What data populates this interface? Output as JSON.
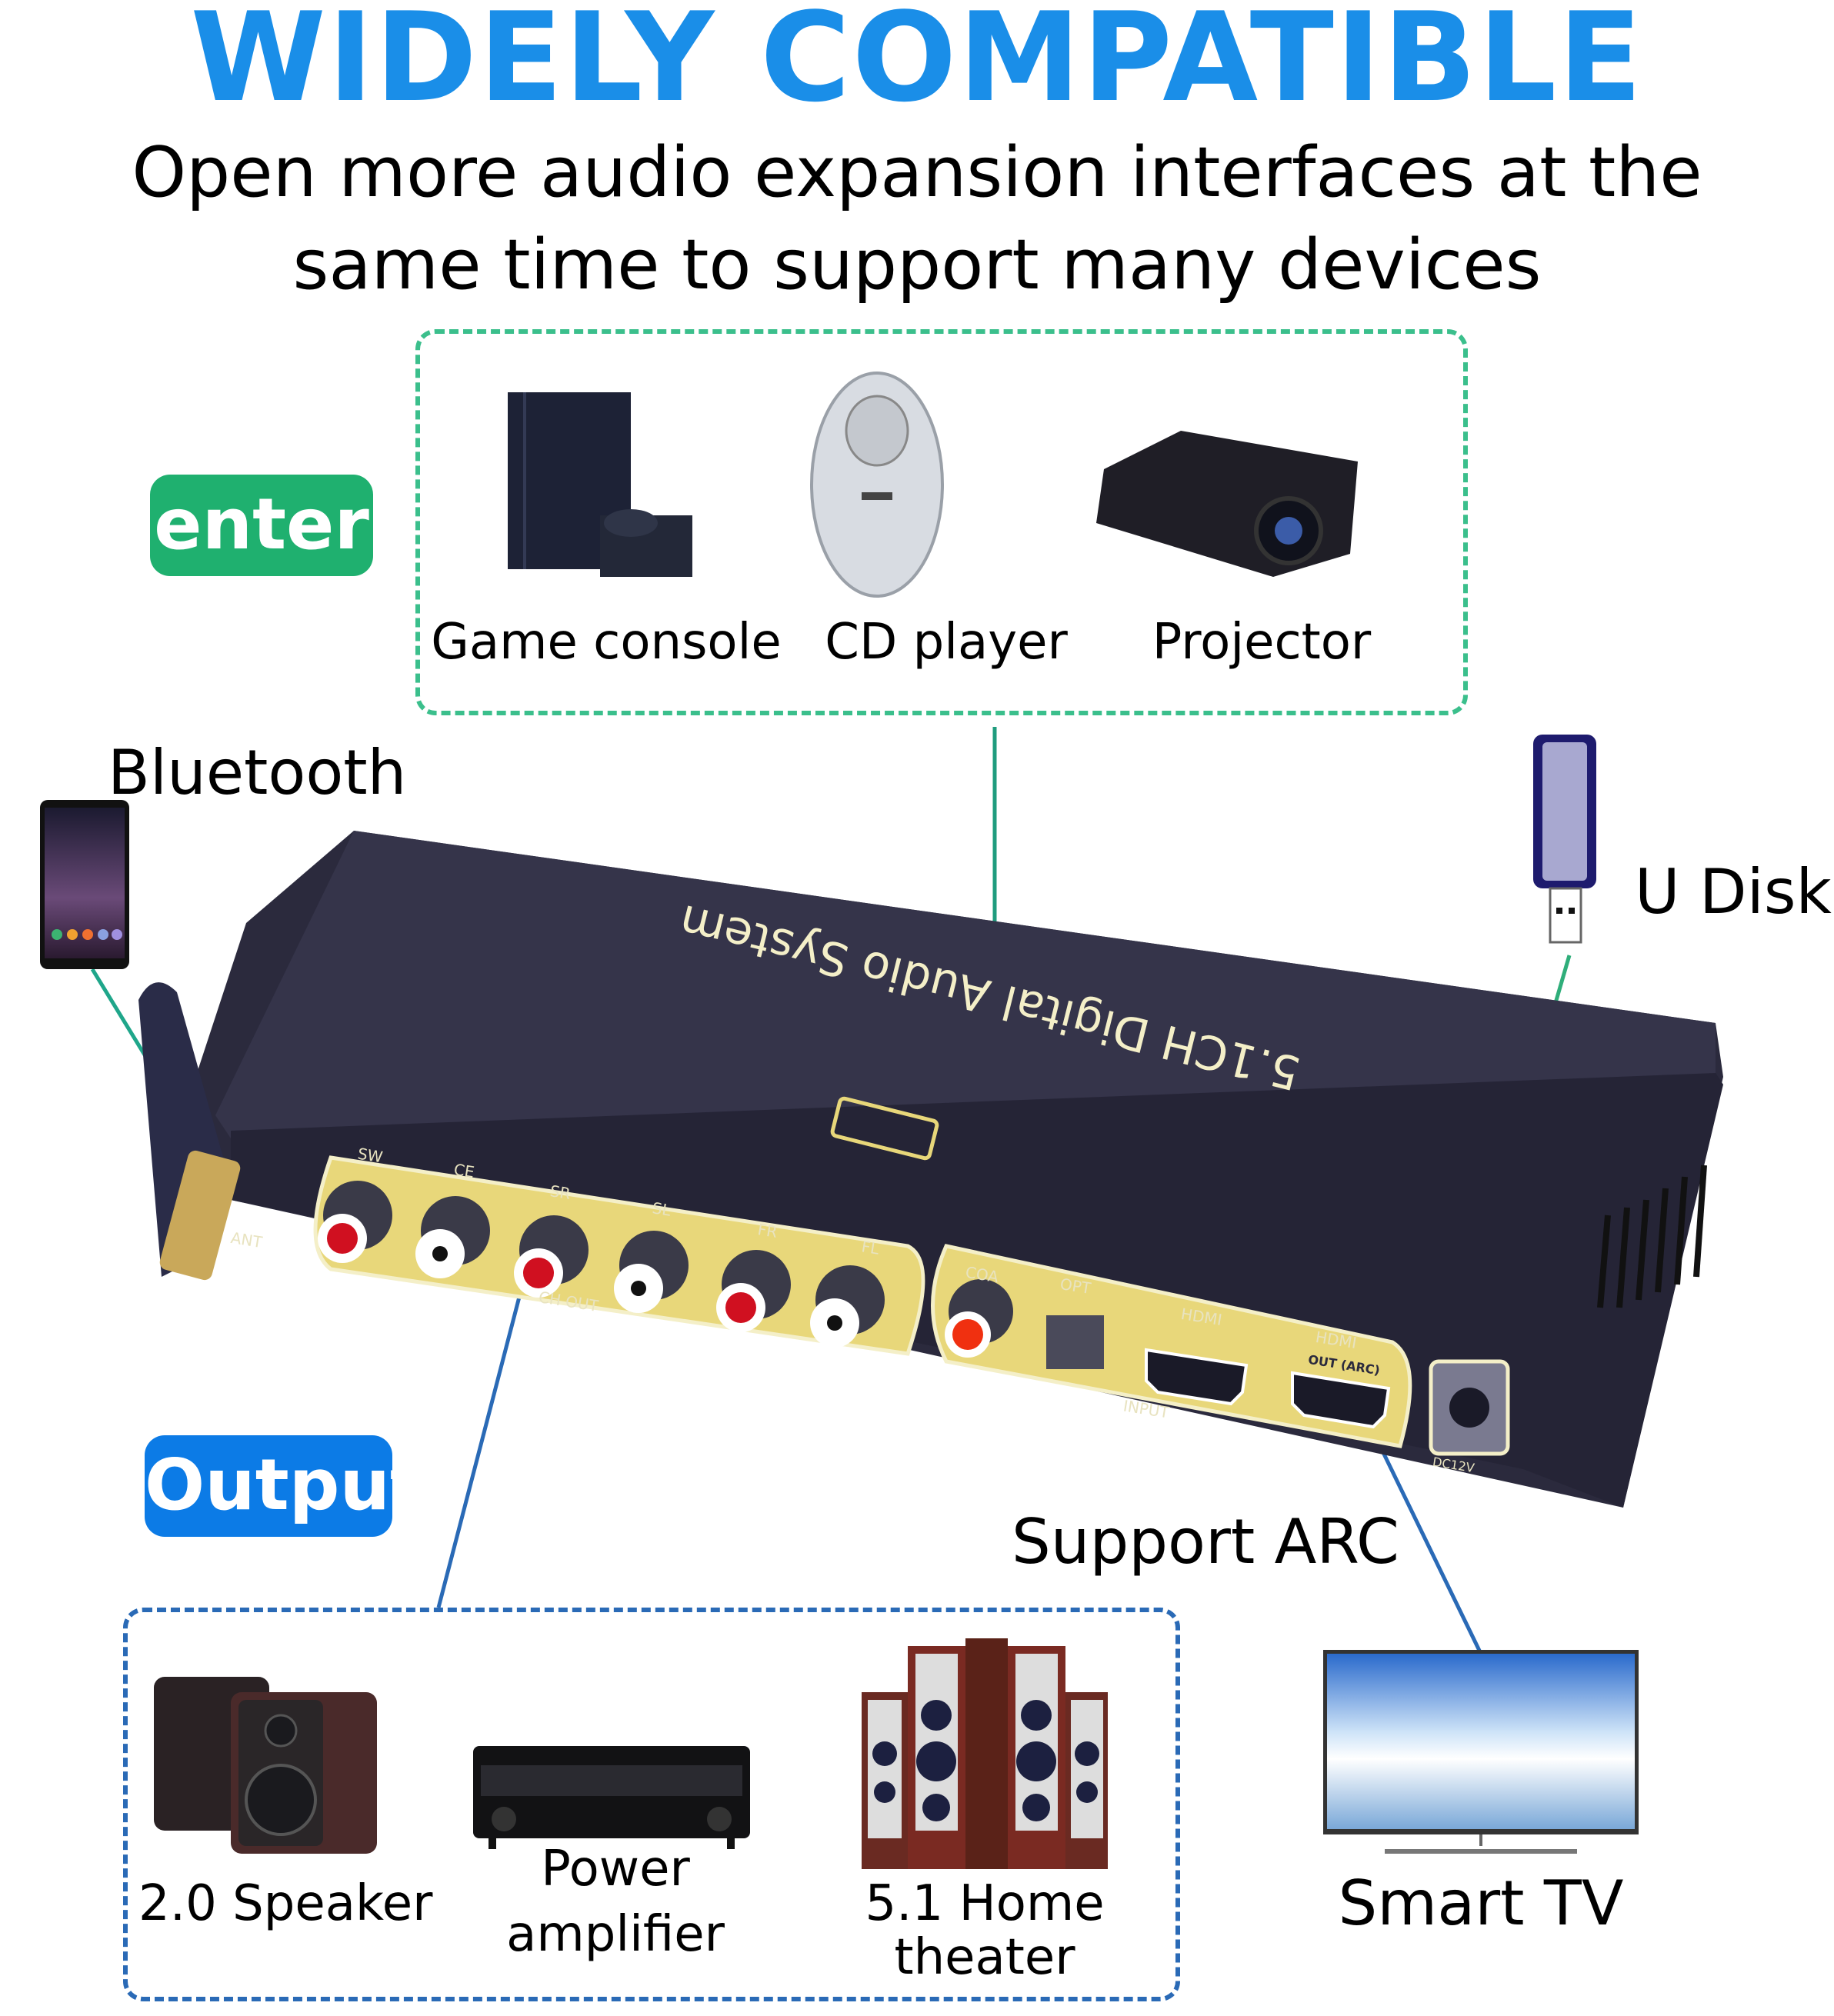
{
  "header": {
    "title": "WIDELY COMPATIBLE",
    "subtitle_line1": "Open more audio expansion interfaces at the",
    "subtitle_line2": "same time to support many devices"
  },
  "badges": {
    "input": "enter",
    "output": "Output"
  },
  "input_devices": [
    {
      "icon": "game-console-icon",
      "label": "Game console"
    },
    {
      "icon": "cd-player-icon",
      "label": "CD player"
    },
    {
      "icon": "projector-icon",
      "label": "Projector"
    }
  ],
  "output_devices": [
    {
      "icon": "speaker-icon",
      "label": "2.0 Speaker"
    },
    {
      "icon": "amplifier-icon",
      "label_line1": "Power",
      "label_line2": "amplifier"
    },
    {
      "icon": "home-theater-icon",
      "label_line1": "5.1 Home",
      "label_line2": "theater"
    }
  ],
  "side_devices": {
    "bluetooth": {
      "icon": "smartphone-icon",
      "label": "Bluetooth"
    },
    "udisk": {
      "icon": "usb-drive-icon",
      "label": "U Disk"
    },
    "tv": {
      "icon": "tv-icon",
      "label": "Smart TV"
    },
    "arc_note": "Support ARC"
  },
  "device": {
    "name": "5.1CH Digital Audio System",
    "output_ports": [
      "SW",
      "CE",
      "SR",
      "SL",
      "FR",
      "FL"
    ],
    "output_group_label": "CH OUT",
    "input_ports": [
      "COA",
      "OPT",
      "HDMI",
      "HDMI"
    ],
    "input_group_label": "INPUT",
    "arc_port_label": "OUT (ARC)",
    "power_label": "DC12V",
    "antenna_label": "ANT"
  },
  "colors": {
    "title_blue": "#1a8ee8",
    "input_green": "#1fb06f",
    "output_blue": "#0c7be6",
    "device_body": "#2e2c40",
    "panel_gold": "#e8d77a"
  }
}
